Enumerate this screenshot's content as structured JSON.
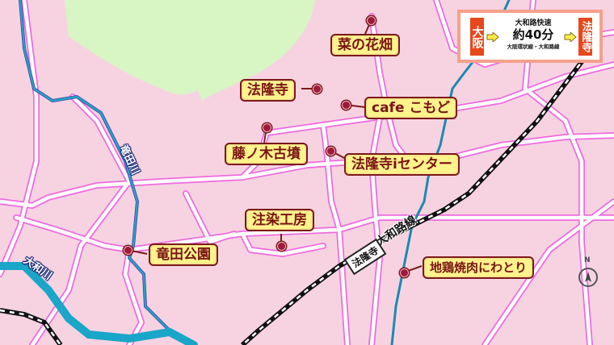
{
  "map": {
    "colors": {
      "background": "#f7d3e2",
      "park_green": "#d8f5c4",
      "road_fill": "#ffffff",
      "road_outline": "#f06ae0",
      "river": "#1aa6c8",
      "river_outline": "#5a3aa0",
      "rail": "#111111",
      "label_fill": "#fff38c",
      "label_border": "#7a1a1a",
      "label_text": "#7a1414",
      "pin": "#a0183a"
    },
    "places": [
      {
        "name": "菜の花畑",
        "id": "nanohana-batake"
      },
      {
        "name": "法隆寺",
        "id": "horyuji"
      },
      {
        "name": "cafe こもど",
        "id": "cafe-komodo"
      },
      {
        "name": "藤ノ木古墳",
        "id": "fujinoki-kofun"
      },
      {
        "name": "法隆寺iセンター",
        "id": "horyuji-i-center"
      },
      {
        "name": "注染工房",
        "id": "chusen-kobo"
      },
      {
        "name": "竜田公園",
        "id": "tatsuta-koen"
      },
      {
        "name": "地鶏焼肉にわとり",
        "id": "niwatori"
      }
    ],
    "rivers": [
      {
        "name": "竜田川"
      },
      {
        "name": "大和川"
      }
    ],
    "railway": {
      "line_name": "大和路線",
      "station": "法隆寺"
    },
    "compass": {
      "label": "N"
    }
  },
  "route_info": {
    "origin": "大阪",
    "destination": "法隆寺",
    "service": "大和路快速",
    "duration": "約40分",
    "lines": "大阪環状線・大和路線"
  }
}
